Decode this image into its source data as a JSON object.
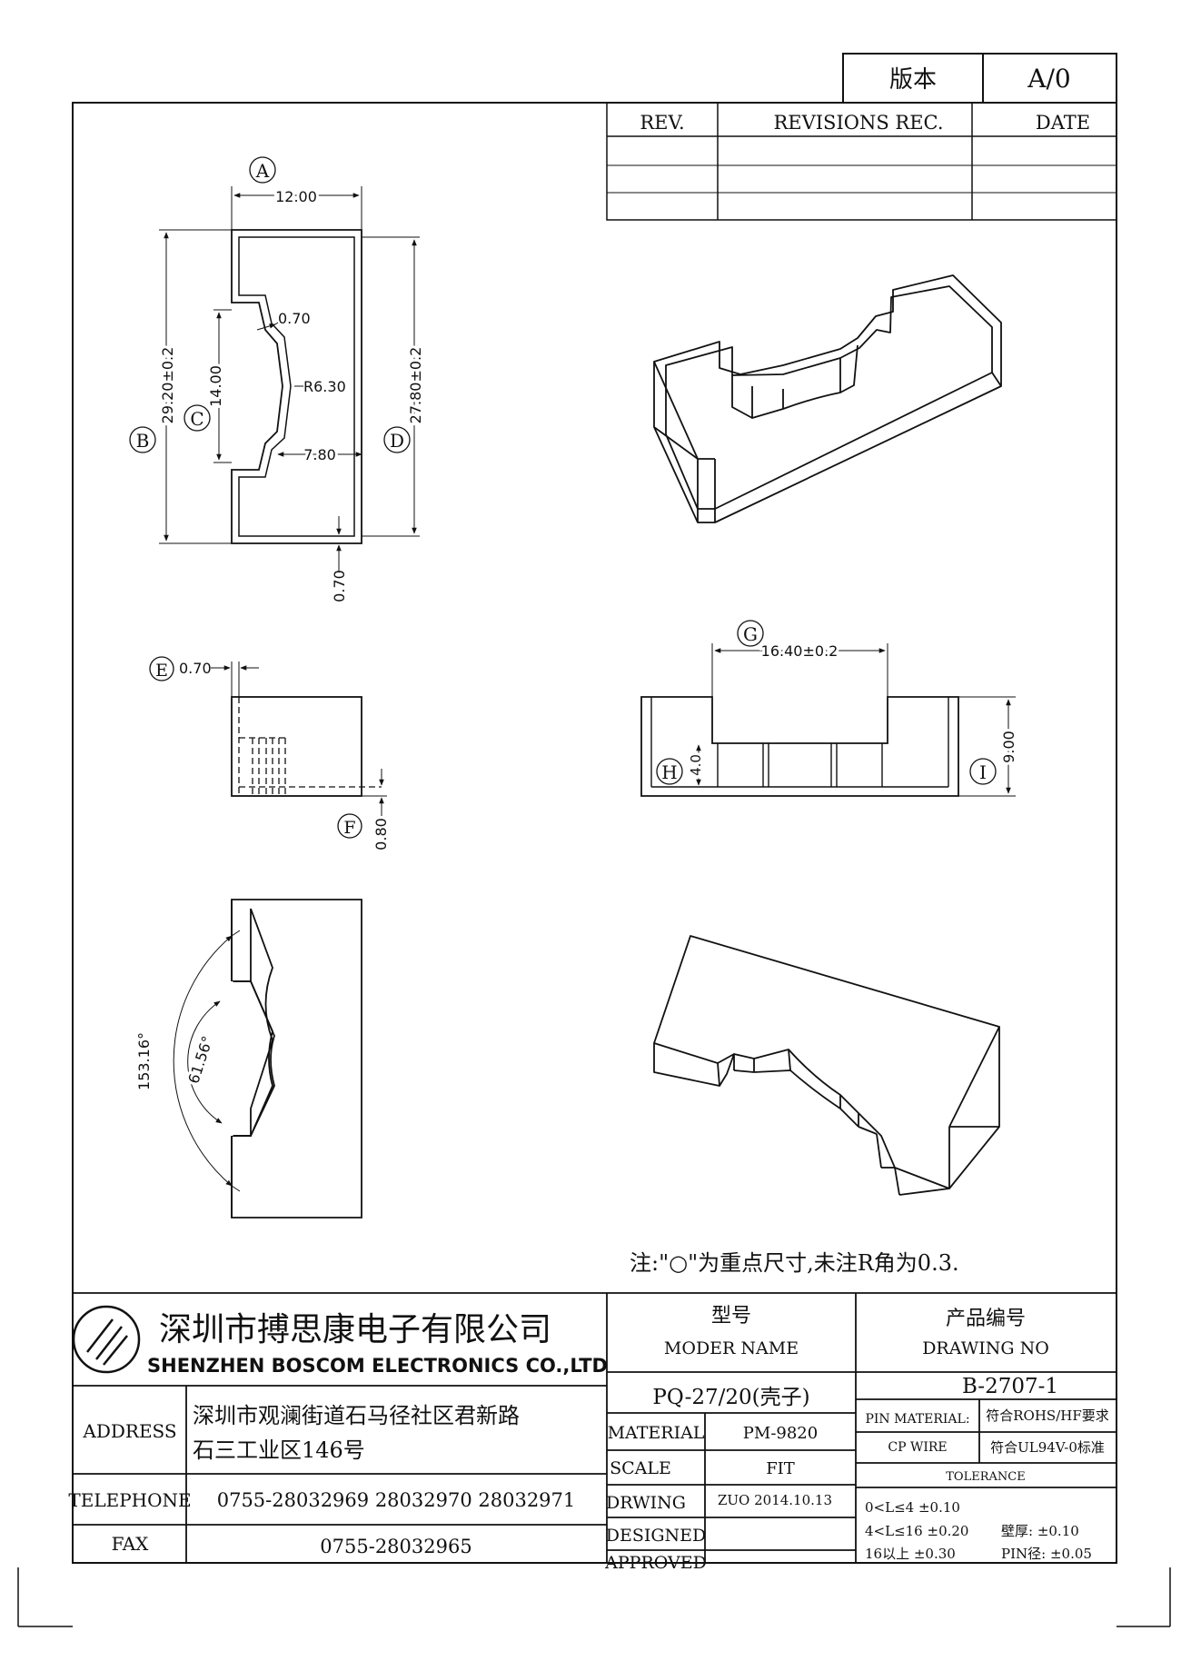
{
  "version_box": {
    "label": "版本",
    "value": "A/0"
  },
  "revisions": {
    "headers": [
      "REV.",
      "REVISIONS REC.",
      "DATE"
    ],
    "rows": [
      [
        "",
        "",
        ""
      ],
      [
        "",
        "",
        ""
      ],
      [
        "",
        "",
        ""
      ]
    ]
  },
  "top_view": {
    "marker_a": "A",
    "marker_b": "B",
    "marker_c": "C",
    "marker_d": "D",
    "dim_width": "12.00",
    "dim_wall": "0.70",
    "dim_slot_height": "14.00",
    "dim_radius": "R6.30",
    "dim_depth": "7.80",
    "dim_outer_length": "29.20±0.2",
    "dim_inner_length": "27.80±0.2",
    "dim_bottom_wall": "0.70"
  },
  "side_view": {
    "marker_e": "E",
    "marker_f": "F",
    "dim_wall": "0.70",
    "dim_floor": "0.80"
  },
  "front_view": {
    "marker_g": "G",
    "marker_h": "H",
    "marker_i": "I",
    "dim_opening": "16.40±0.2",
    "dim_step": "4.0",
    "dim_height": "9.00"
  },
  "bottom_view": {
    "dim_outer_angle": "153.16°",
    "dim_inner_angle": "61.56°"
  },
  "note": "注:\"○\"为重点尺寸,未注R角为0.3.",
  "title_block": {
    "company_cn": "深圳市搏思康电子有限公司",
    "company_en": "SHENZHEN  BOSCOM  ELECTRONICS  CO.,LTD",
    "address_label": "ADDRESS",
    "address_line1": "深圳市观澜街道石马径社区君新路",
    "address_line2": "石三工业区146号",
    "telephone_label": "TELEPHONE",
    "telephone_value": "0755-28032969  28032970  28032971",
    "fax_label": "FAX",
    "fax_value": "0755-28032965",
    "model_label_cn": "型号",
    "model_label_en": "MODER  NAME",
    "model_value": "PQ-27/20(壳子)",
    "drawing_no_label_cn": "产品编号",
    "drawing_no_label_en": "DRAWING  NO",
    "drawing_no_value": "B-2707-1",
    "material_label": "MATERIAL",
    "material_value": "PM-9820",
    "scale_label": "SCALE",
    "scale_value": "FIT",
    "drwing_label": "DRWING",
    "drwing_value": "ZUO  2014.10.13",
    "designed_label": "DESIGNED",
    "designed_value": "",
    "approved_label": "APPROVED",
    "approved_value": "",
    "pin_material_label": "PIN  MATERIAL:",
    "pin_material_value": "CP  WIRE",
    "rohs_note": "符合ROHS/HF要求",
    "ul_note": "符合UL94V-0标准",
    "tolerance_label": "TOLERANCE",
    "tol_row1": "0<L≤4   ±0.10",
    "tol_row2": "4<L≤16  ±0.20",
    "tol_row3": "16以上    ±0.30",
    "wall_tol": "壁厚:  ±0.10",
    "pin_tol": "PIN径:  ±0.05"
  }
}
